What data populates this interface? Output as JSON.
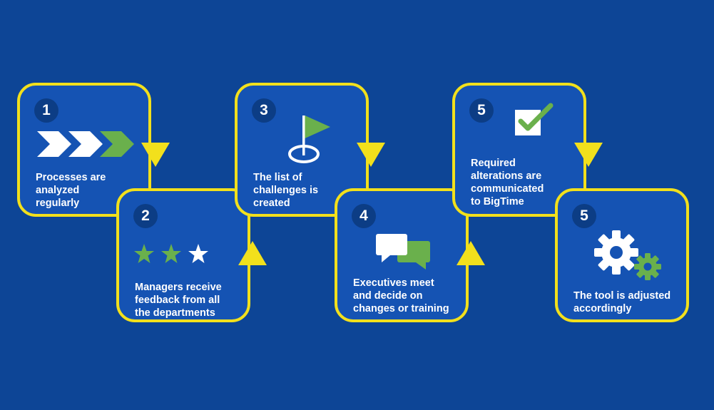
{
  "colors": {
    "background": "#0d4596",
    "card": "#1553b3",
    "border": "#f2e01c",
    "badge": "#0c3d85",
    "green": "#6ab04c",
    "white": "#ffffff"
  },
  "steps": [
    {
      "number": "1",
      "text": "Processes are\nanalyzed\nregularly",
      "icon": "chevron-arrows-icon"
    },
    {
      "number": "2",
      "text": "Managers receive\nfeedback from all\nthe departments",
      "icon": "star-rating-icon"
    },
    {
      "number": "3",
      "text": "The list of\nchallenges is\ncreated",
      "icon": "flag-target-icon"
    },
    {
      "number": "4",
      "text": "Executives meet\nand decide on\nchanges or training",
      "icon": "chat-bubbles-icon"
    },
    {
      "number": "5",
      "text": "Required\nalterations are\ncommunicated\nto BigTime",
      "icon": "checkbox-icon"
    },
    {
      "number": "5",
      "text": "The tool is adjusted\naccordingly",
      "icon": "gears-icon"
    }
  ]
}
